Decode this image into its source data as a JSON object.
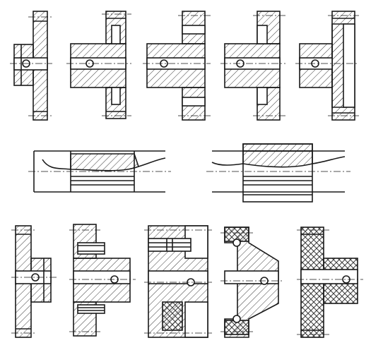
{
  "drawing": {
    "colors": {
      "paper": "#ffffff",
      "ink": "#1a1a1a",
      "hatch": "#3a3a3a",
      "cross_hatch": "#3a3a3a"
    },
    "rows": [
      {
        "name": "row-1",
        "kind": "gear-blank-section",
        "count": 5
      },
      {
        "name": "row-2",
        "kind": "gear-on-shaft-section",
        "count": 2
      },
      {
        "name": "row-3",
        "kind": "composite-gear-section",
        "count": 5
      }
    ]
  }
}
